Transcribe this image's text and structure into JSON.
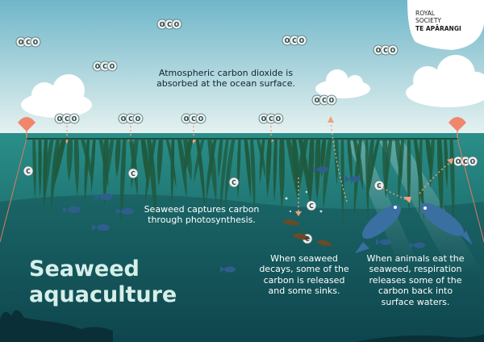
{
  "title_line1": "Seaweed",
  "title_line2": "aquaculture",
  "logo": {
    "line1": "ROYAL",
    "line2": "SOCIETY",
    "line3": "TE APĀRANGI"
  },
  "labels": {
    "atmosphere": {
      "line1": "Atmospheric carbon dioxide is",
      "line2": "absorbed at the ocean surface."
    },
    "photosynthesis": {
      "line1": "Seaweed captures carbon",
      "line2": "through photosynthesis."
    },
    "decay": {
      "line1": "When seaweed",
      "line2": "decays, some of the",
      "line3": "carbon is released",
      "line4": "and some sinks."
    },
    "respiration": {
      "line1": "When animals eat the",
      "line2": "seaweed, respiration",
      "line3": "releases some of the",
      "line4": "carbon back into",
      "line5": "surface waters."
    }
  },
  "symbols": {
    "o": "O",
    "c": "C"
  },
  "colors": {
    "sky_top": "#6fb6c9",
    "sky_bottom": "#e8f3f1",
    "sea_top": "#2a8f88",
    "sea_bottom": "#0f4a52",
    "seaweed": "#1f5a3f",
    "buoy": "#f0866c",
    "arrow": "#f4a07c",
    "fish": "#2f5e8c",
    "title": "#d6efe9"
  },
  "icons": [
    "co2-molecule-icon",
    "carbon-atom-icon",
    "buoy-icon",
    "fish-icon",
    "seaweed-icon",
    "cloud-icon",
    "logo-icon"
  ]
}
